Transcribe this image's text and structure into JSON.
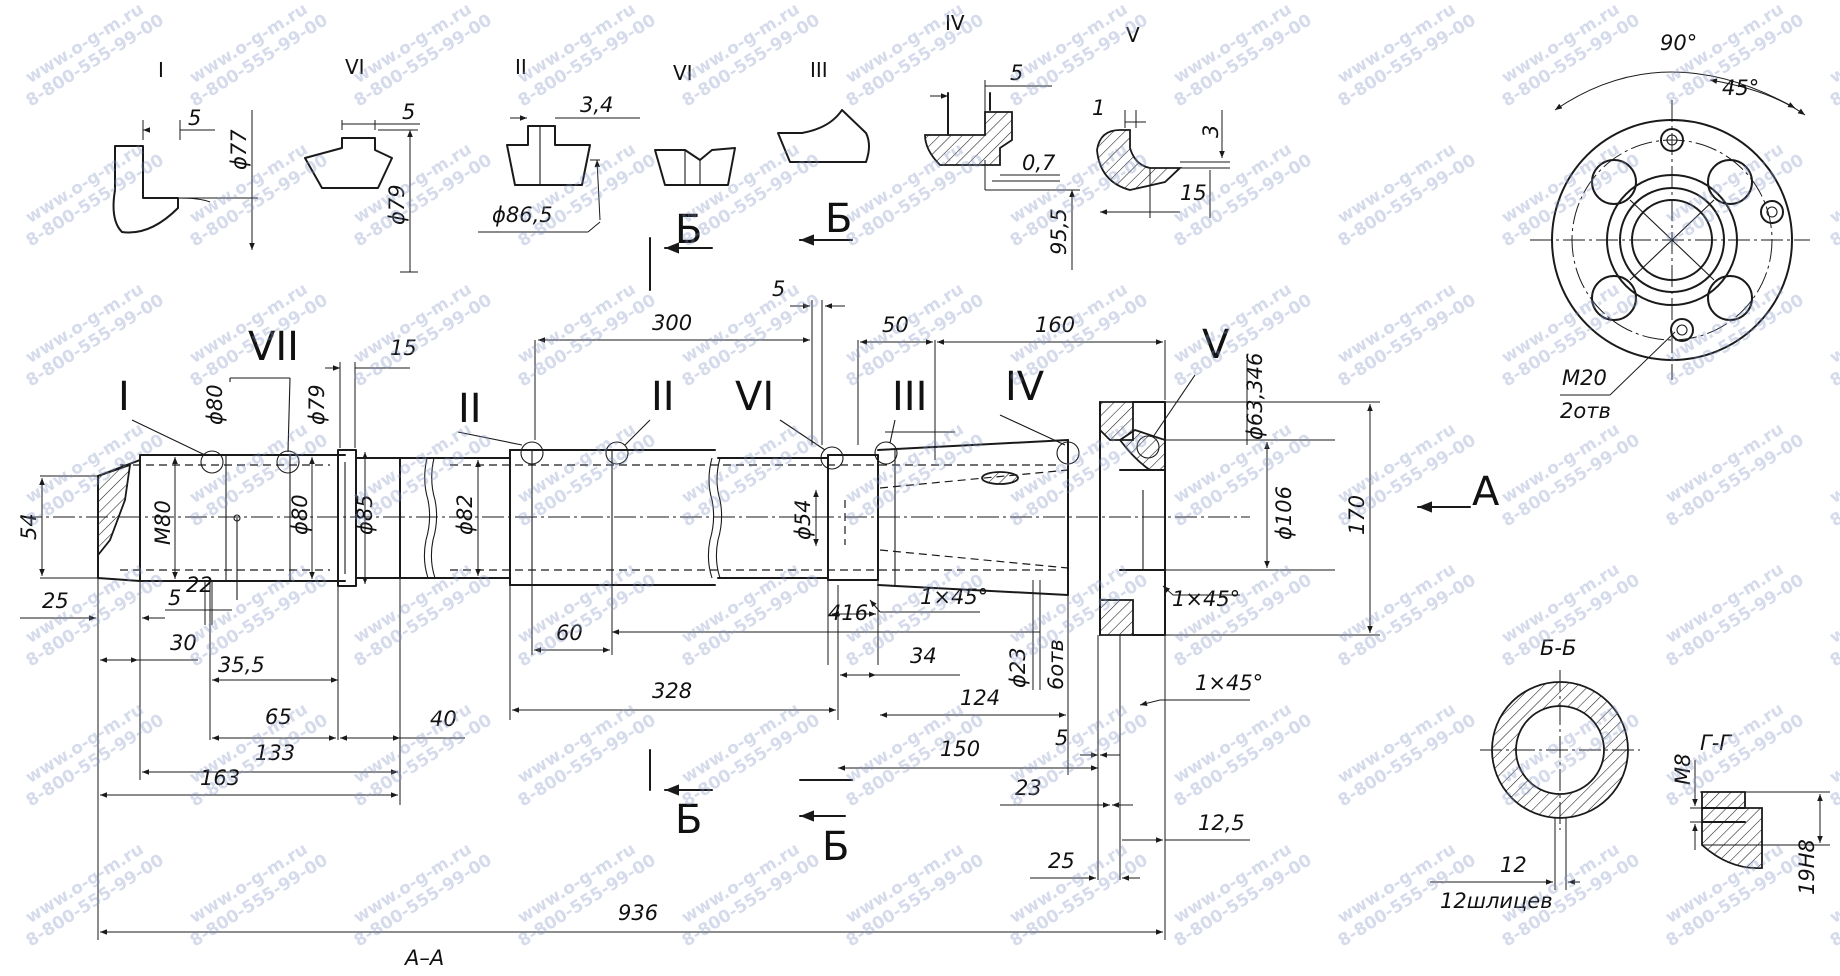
{
  "watermark": {
    "line1": "www.o-g-m.ru",
    "line2": "8-800-555-99-00"
  },
  "detail_labels": {
    "top": [
      "I",
      "VI",
      "II",
      "VI",
      "III",
      "IV",
      "V"
    ],
    "main": [
      "I",
      "VII",
      "II",
      "II",
      "VI",
      "III",
      "IV",
      "V"
    ]
  },
  "section_labels": {
    "b": "Б",
    "a": "A",
    "aa": "A–A",
    "bb": "Б-Б",
    "gg": "Г-Г"
  },
  "detail_dims": {
    "d1_5": "5",
    "d1_phi77": "ϕ77",
    "d2_5": "5",
    "d2_phi79": "ϕ79",
    "d3_34": "3,4",
    "d3_phi865": "ϕ86,5",
    "d4_5": "5",
    "d4_07": "0,7",
    "d4_955": "95,5",
    "d5_1": "1",
    "d5_3": "3",
    "d5_15": "15"
  },
  "main_dims": {
    "top_5": "5",
    "top_300": "300",
    "top_50": "50",
    "top_160": "160",
    "top_15": "15",
    "phi80a": "ϕ80",
    "phi79": "ϕ79",
    "phi63346": "ϕ63,346",
    "m80": "M80",
    "phi80b": "ϕ80",
    "phi85": "ϕ85",
    "phi82": "ϕ82",
    "phi54": "ϕ54",
    "phi106": "ϕ106",
    "d170": "170",
    "d54": "54",
    "d25": "25",
    "d5": "5",
    "d22": "22",
    "d30": "30",
    "d355": "35,5",
    "d65": "65",
    "d133": "133",
    "d163": "163",
    "d40": "40",
    "d60": "60",
    "d328": "328",
    "d416": "416",
    "c1x45a": "1×45°",
    "c1x45b": "1×45°",
    "d34": "34",
    "phi23": "ϕ23",
    "holes6": "6отв",
    "d124": "124",
    "c1x45c": "1×45°",
    "d150": "150",
    "d5b": "5",
    "d23": "23",
    "d125": "12,5",
    "d25b": "25",
    "d936": "936"
  },
  "flange_view": {
    "angle90": "90°",
    "angle45": "45°",
    "thread": "M20",
    "holes": "2отв"
  },
  "section_bb": {
    "d12": "12",
    "splines": "12шлицев"
  },
  "section_gg": {
    "m8": "M8",
    "fit": "19H8"
  }
}
